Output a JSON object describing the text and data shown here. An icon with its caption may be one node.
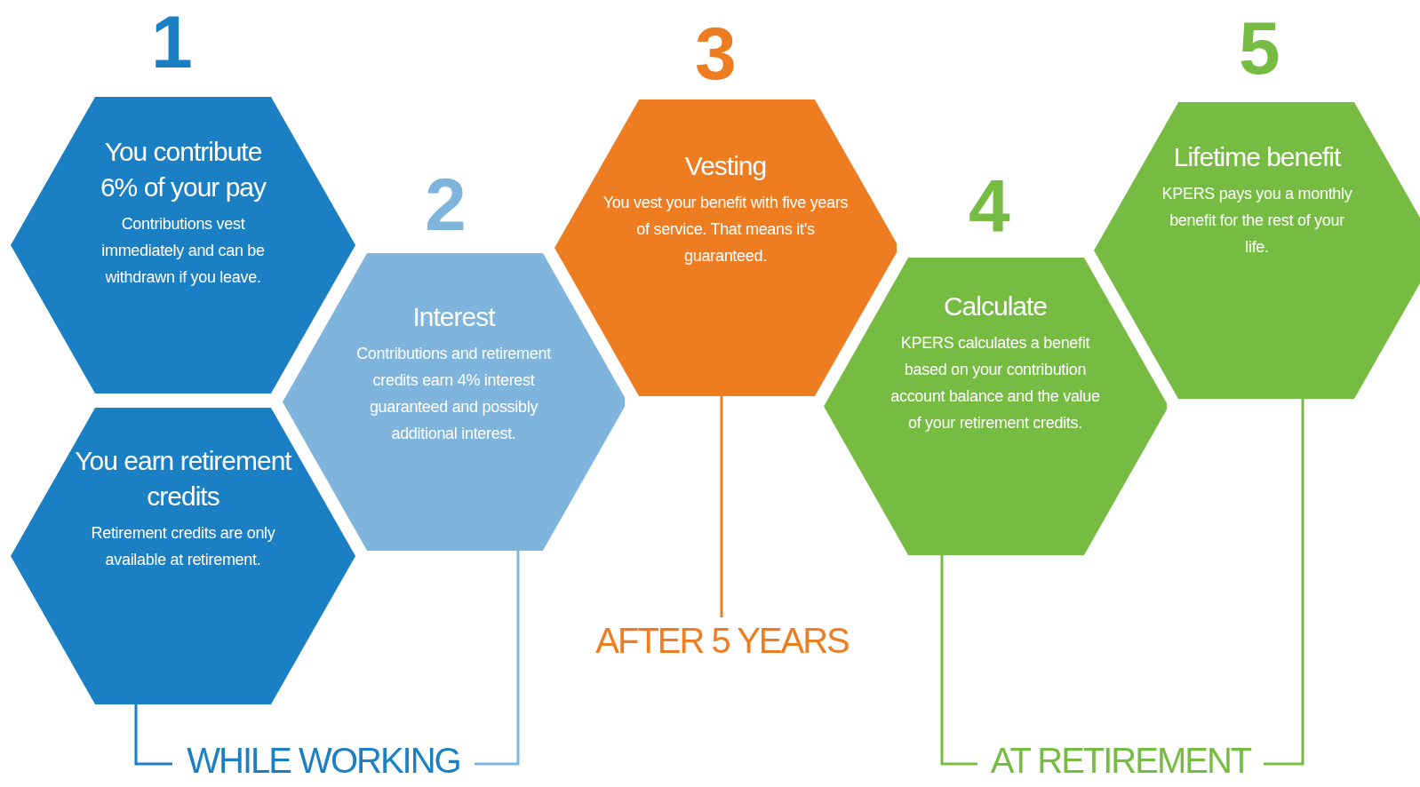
{
  "diagram": {
    "nodes": [
      {
        "text": [
          "You contribute 6% of your pay",
          "Contributions vest immediately and can be withdrawn if you leave."
        ]
      },
      {
        "text": [
          "You earn retirement credits",
          "Retirement credits are only available at retirement."
        ]
      },
      {
        "text": [
          "Interest",
          "Contributions and retirement credits earn 4% interest guaranteed and possibly additional interest."
        ]
      },
      {
        "text": [
          "Vesting",
          "You vest your benefit with five years of service. That means it’s guaranteed."
        ]
      },
      {
        "text": [
          "Calculate",
          "KPERS calculates a benefit based on your contribution account balance and the value of your retirement credits."
        ]
      },
      {
        "text": [
          "Lifetime benefit",
          "KPERS pays you a monthly benefit for the rest of your life."
        ]
      },
      {
        "text": [
          "WHILE WORKING"
        ]
      },
      {
        "text": [
          "AFTER 5 YEARS"
        ]
      },
      {
        "text": [
          "AT RETIREMENT"
        ]
      }
    ],
    "edges": [
      {
        "from": 1,
        "to": 6,
        "arrow": "none",
        "color": "#1b7fc4"
      },
      {
        "from": 2,
        "to": 6,
        "arrow": "none",
        "color": "#7fb5dc"
      },
      {
        "from": 3,
        "to": 7,
        "arrow": "none",
        "color": "#ee7d22"
      },
      {
        "from": 4,
        "to": 8,
        "arrow": "none",
        "color": "#76bc43"
      },
      {
        "from": 5,
        "to": 8,
        "arrow": "none",
        "color": "#76bc43"
      }
    ],
    "labels": [
      "1",
      "2",
      "3",
      "4",
      "5"
    ]
  }
}
